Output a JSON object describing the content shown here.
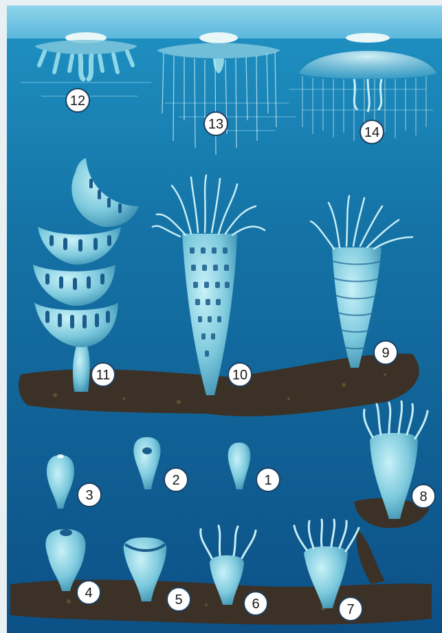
{
  "image": {
    "colors": {
      "frame": "#e9f0f4",
      "water_top": "#1b86b8",
      "water_deep": "#0e4f84",
      "seabed": "#3a2f25",
      "organism": "#8fd6e6",
      "label_border": "#1c3f62"
    },
    "stage_labels": [
      "1",
      "2",
      "3",
      "4",
      "5",
      "6",
      "7",
      "8",
      "9",
      "10",
      "11",
      "12",
      "13",
      "14"
    ]
  }
}
